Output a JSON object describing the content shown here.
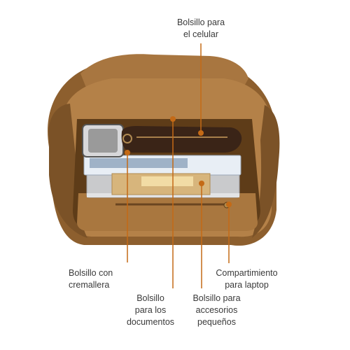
{
  "labels": {
    "celular": "Bolsillo para\nel celular",
    "cremallera": "Bolsillo con\ncremallera",
    "laptop": "Compartimiento\npara laptop",
    "documentos": "Bolsillo\npara los\ndocumentos",
    "accesorios": "Bolsillo para\naccesorios\npequeños"
  },
  "colors": {
    "accent": "#c46a16",
    "canvas": "#a5733c",
    "canvas_dark": "#6f4a22",
    "canvas_light": "#b98550"
  }
}
